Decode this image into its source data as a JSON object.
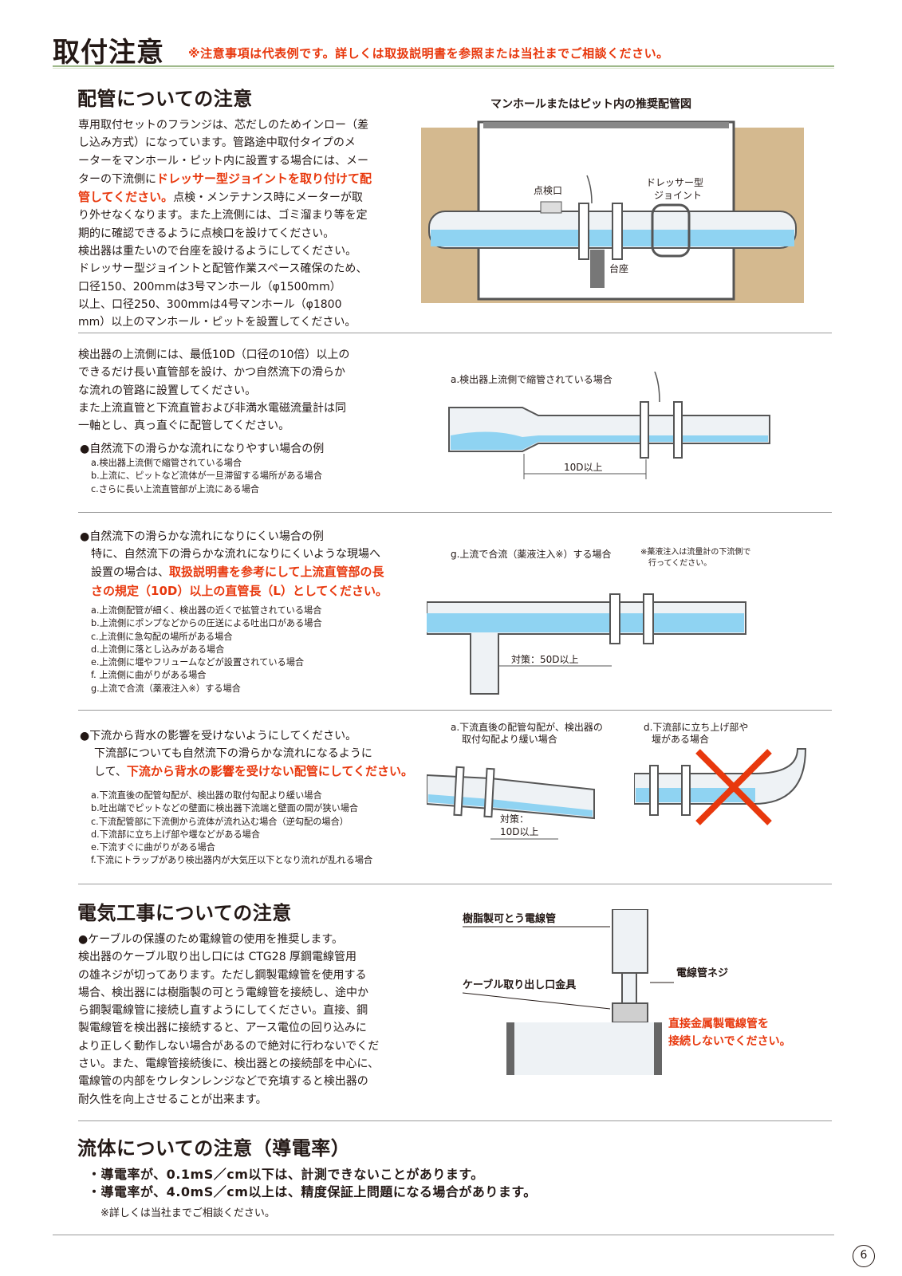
{
  "header": {
    "title": "取付注意",
    "note": "※注意事項は代表例です。詳しくは取扱説明書を参照または当社までご相談ください。"
  },
  "piping": {
    "heading": "配管についての注意",
    "para1_a": "専用取付セットのフランジは、芯だしのためインロー（差",
    "para1_b": "し込み方式）になっています。管路途中取付タイプのメ",
    "para1_c": "ーターをマンホール・ピット内に設置する場合には、メー",
    "para1_d_pre": "ターの下流側に",
    "para1_d_red": "ドレッサー型ジョイントを取り付けて配",
    "para1_e_red": "管してください。",
    "para1_e_post": "点検・メンテナンス時にメーターが取",
    "para1_f": "り外せなくなります。また上流側には、ゴミ溜まり等を定",
    "para1_g": "期的に確認できるように点検口を設けてください。",
    "para1_h": "検出器は重たいので台座を設けるようにしてください。",
    "para1_i": "ドレッサー型ジョイントと配管作業スペース確保のため、",
    "para1_j": "口径150、200mmは3号マンホール（φ1500mm）",
    "para1_k": "以上、口径250、300mmは4号マンホール（φ1800",
    "para1_l": "mm）以上のマンホール・ピットを設置してください。",
    "fig_title": "マンホールまたはピット内の推奨配管図",
    "fig_label_inspection": "点検口",
    "fig_label_dresser_1": "ドレッサー型",
    "fig_label_dresser_2": "ジョイント",
    "fig_label_base": "台座"
  },
  "upstream": {
    "lines": [
      "検出器の上流側には、最低10D（口径の10倍）以上の",
      "できるだけ長い直管部を設け、かつ自然流下の滑らか",
      "な流れの管路に設置してください。",
      "また上流直管と下流直管および非満水電磁流量計は同",
      "一軸とし、真っ直ぐに配管してください。"
    ],
    "bullet": "●自然流下の滑らかな流れになりやすい場合の例",
    "items": [
      "a.検出器上流側で縮管されている場合",
      "b.上流に、ピットなど流体が一旦滞留する場所がある場合",
      "c.さらに長い上流直管部が上流にある場合"
    ],
    "fig_caption": "a.検出器上流側で縮管されている場合",
    "fig_dim": "10D以上"
  },
  "difficult": {
    "bullet": "●自然流下の滑らかな流れになりにくい場合の例",
    "line1": "特に、自然流下の滑らかな流れになりにくいような現場へ",
    "line2_pre": "設置の場合は、",
    "line2_red": "取扱説明書を参考にして上流直管部の長",
    "line3_red": "さの規定（10D）以上の直管長（L）としてください。",
    "items": [
      "a.上流側配管が細く、検出器の近くで拡管されている場合",
      "b.上流側にポンプなどからの圧送による吐出口がある場合",
      "c.上流側に急勾配の場所がある場合",
      "d.上流側に落とし込みがある場合",
      "e.上流側に堰やフリュームなどが設置されている場合",
      "f. 上流側に曲がりがある場合",
      "g.上流で合流（薬液注入※）する場合"
    ],
    "fig_caption": "g.上流で合流（薬液注入※）する場合",
    "fig_note_1": "※薬液注入は流量計の下流側で",
    "fig_note_2": "行ってください。",
    "fig_dim": "対策：50D以上"
  },
  "downstream": {
    "bullet": "●下流から背水の影響を受けないようにしてください。",
    "line1": "下流部についても自然流下の滑らかな流れになるように",
    "line2_pre": "して、",
    "line2_red": "下流から背水の影響を受けない配管にしてください。",
    "items": [
      "a.下流直後の配管勾配が、検出器の取付勾配より緩い場合",
      "b.吐出端でピットなどの壁面に検出器下流端と壁面の間が狭い場合",
      "c.下流配管部に下流側から流体が流れ込む場合（逆勾配の場合）",
      "d.下流部に立ち上げ部や堰などがある場合",
      "e.下流すぐに曲がりがある場合",
      "f.下流にトラップがあり検出器内が大気圧以下となり流れが乱れる場合"
    ],
    "fig_a_caption_1": "a.下流直後の配管勾配が、検出器の",
    "fig_a_caption_2": "取付勾配より緩い場合",
    "fig_a_dim_1": "対策：",
    "fig_a_dim_2": "10D以上",
    "fig_d_caption_1": "d.下流部に立ち上げ部や",
    "fig_d_caption_2": "堰がある場合"
  },
  "electrical": {
    "heading": "電気工事についての注意",
    "lines": [
      "●ケーブルの保護のため電線管の使用を推奨します。",
      "検出器のケーブル取り出し口には CTG28 厚鋼電線管用",
      "の雄ネジが切ってあります。ただし鋼製電線管を使用する",
      "場合、検出器には樹脂製の可とう電線管を接続し、途中か",
      "ら鋼製電線管に接続し直すようにしてください。直接、鋼",
      "製電線管を検出器に接続すると、アース電位の回り込みに",
      "より正しく動作しない場合があるので絶対に行わないでくだ",
      "さい。また、電線管接続後に、検出器との接続部を中心に、",
      "電線管の内部をウレタンレンジなどで充填すると検出器の",
      "耐久性を向上させることが出来ます。"
    ],
    "fig_label_resin": "樹脂製可とう電線管",
    "fig_label_thread": "電線管ネジ",
    "fig_label_outlet": "ケーブル取り出し口金具",
    "fig_warning_1": "直接金属製電線管を",
    "fig_warning_2": "接続しないでください。"
  },
  "fluid": {
    "heading": "流体についての注意（導電率）",
    "line1": "・導電率が、0.1mS／cm以下は、計測できないことがあります。",
    "line2": "・導電率が、4.0mS／cm以上は、精度保証上問題になる場合があります。",
    "note": "※詳しくは当社までご相談ください。"
  },
  "footer": {
    "page_number": "6"
  },
  "colors": {
    "accent_red": "#e8380d",
    "water_blue": "#8fd3f2",
    "pipe_fill": "#eef2f5",
    "rule_green": "#9fb98b",
    "soil": "#d2b48c"
  }
}
